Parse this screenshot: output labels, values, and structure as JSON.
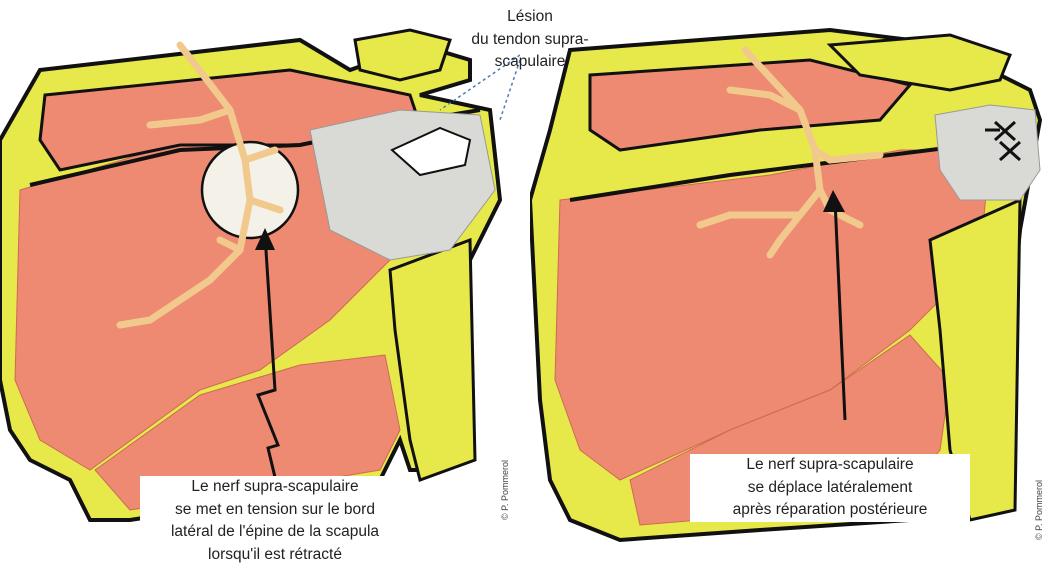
{
  "figure": {
    "left": {
      "callout_lesion": [
        "Lésion",
        "du tendon supra-",
        "scapulaire"
      ],
      "caption": [
        "Le nerf supra-scapulaire",
        "se met en tension sur le bord",
        "latéral de l'épine de la scapula",
        "lorsqu'il est rétracté"
      ],
      "credit": "© P. Pommerol"
    },
    "right": {
      "caption": [
        "Le nerf supra-scapulaire",
        "se déplace latéralement",
        "après réparation postérieure"
      ],
      "credit": "© P. Pommerol"
    },
    "colors": {
      "muscle": "#ee8a72",
      "bone": "#e7e84a",
      "nerve": "#f2c98c",
      "tendon": "#d9d9d6",
      "outline": "#111111"
    }
  }
}
